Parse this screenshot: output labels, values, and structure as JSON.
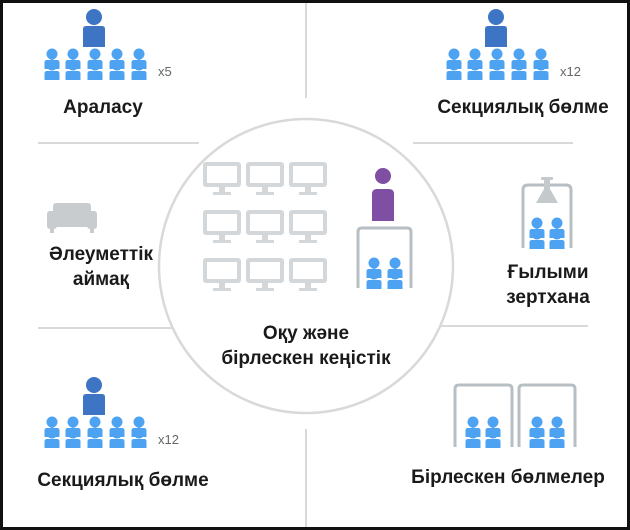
{
  "zones": {
    "top_left": {
      "label": "Араласу",
      "count": "x5"
    },
    "top_right": {
      "label": "Секциялық бөлме",
      "count": "x12"
    },
    "mid_left": {
      "line1": "Әлеуметтік",
      "line2": "аймақ"
    },
    "mid_right": {
      "line1": "Ғылыми",
      "line2": "зертхана"
    },
    "center": {
      "line1": "Оқу және",
      "line2": "бірлескен кеңістік"
    },
    "bottom_left": {
      "label": "Секциялық бөлме",
      "count": "x12"
    },
    "bottom_right": {
      "label": "Бірлескен бөлмелер"
    }
  },
  "colors": {
    "person_light": "#4da3f2",
    "presenter_blue": "#3d74c4",
    "teacher_purple": "#7e4fa3",
    "monitor_gray": "#d3d7da",
    "frame_gray": "#b8bfc4",
    "sofa_gray": "#c8cccf",
    "divider": "#d9d9d9",
    "circle_border": "#d9d9d9"
  }
}
